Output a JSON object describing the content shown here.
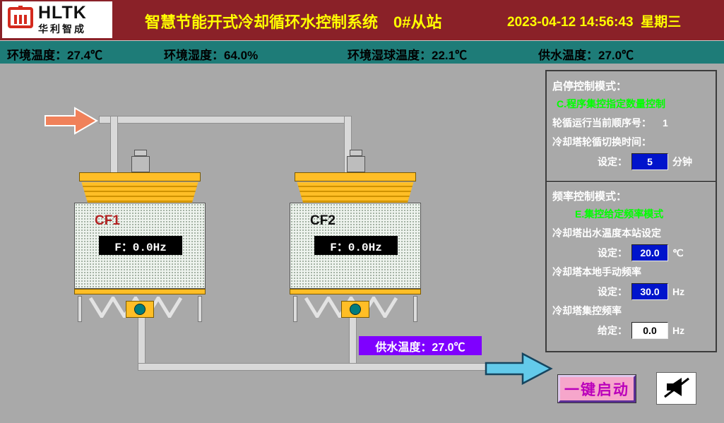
{
  "header": {
    "logo": {
      "brand": "HLTK",
      "company": "华利智成"
    },
    "title": "智慧节能开式冷却循环水控制系统　0#从站",
    "datetime": "2023-04-12 14:56:43  星期三"
  },
  "status_bar": {
    "items": [
      {
        "text": "环境温度：27.4℃"
      },
      {
        "text": "环境湿度：64.0%"
      },
      {
        "text": "环境湿球温度：22.1℃"
      },
      {
        "text": "供水温度：27.0℃"
      }
    ]
  },
  "diagram": {
    "towers": [
      {
        "name": "CF1",
        "frequency": "F：0.0Hz"
      },
      {
        "name": "CF2",
        "frequency": "F：0.0Hz"
      }
    ],
    "supply_temp_label": "供水温度：27.0℃"
  },
  "control_panel": {
    "start_stop": {
      "title": "启停控制模式：",
      "mode": "C.程序集控指定数量控制",
      "sequence_label": "轮循运行当前顺序号：",
      "sequence_value": "1",
      "switch_label": "冷却塔轮循切换时间：",
      "set_label": "设定：",
      "set_value": "5",
      "set_unit": "分钟"
    },
    "frequency": {
      "title": "频率控制模式：",
      "mode": "E.集控给定频率模式",
      "outlet_label": "冷却塔出水温度本站设定",
      "outlet_set_label": "设定：",
      "outlet_set_value": "20.0",
      "outlet_unit": "℃",
      "local_label": "冷却塔本地手动频率",
      "local_set_label": "设定：",
      "local_set_value": "30.0",
      "local_unit": "Hz",
      "central_label": "冷却塔集控频率",
      "central_set_label": "给定：",
      "central_set_value": "0.0",
      "central_unit": "Hz"
    }
  },
  "footer": {
    "start_button": "一键启动",
    "mute_icon": "speaker-muted"
  },
  "colors": {
    "header_bg": "#8A2128",
    "header_text": "#FFFF00",
    "status_bg": "#1E7C78",
    "main_bg": "#A9A9A9",
    "mode_text": "#00FF00",
    "input_bg": "#0014CC",
    "supply_label_bg": "#7F00FF",
    "tower_yellow": "#FFBE26",
    "inflow_arrow": "#F0815A",
    "outflow_arrow": "#63CAEA",
    "start_button_bg": "#F6A6CB",
    "start_button_text": "#BB00BB"
  }
}
